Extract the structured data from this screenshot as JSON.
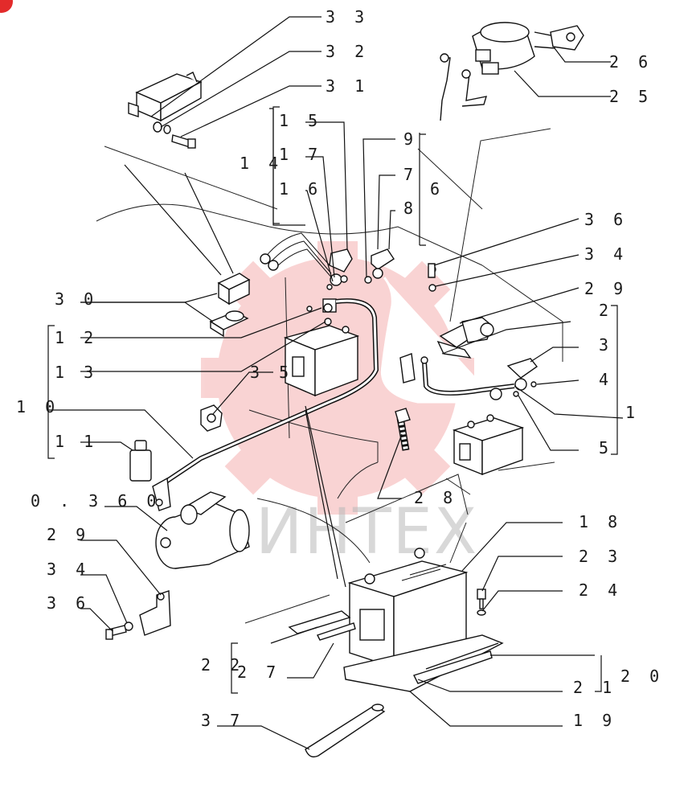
{
  "labels": {
    "l33": "3 3",
    "l32": "3 2",
    "l31": "3 1",
    "l26": "2 6",
    "l25": "2 5",
    "l15": "1 5",
    "l17": "1 7",
    "l14": "1 4",
    "l16": "1 6",
    "l9": "9",
    "l7": "7",
    "l8": "8",
    "l6": "6",
    "l36a": "3 6",
    "l34a": "3 4",
    "l29a": "2 9",
    "l30": "3 0",
    "l12": "1 2",
    "l13": "1 3",
    "l35": "3 5",
    "l2": "2",
    "l3": "3",
    "l4": "4",
    "l1": "1",
    "l5": "5",
    "l10": "1 0",
    "l11": "1 1",
    "l0360": "0 . 3 6 0",
    "l28": "2 8",
    "l18": "1 8",
    "l29b": "2 9",
    "l23": "2 3",
    "l24": "2 4",
    "l34b": "3 4",
    "l36b": "3 6",
    "l22": "2 2",
    "l27": "2 7",
    "l21": "2 1",
    "l20": "2 0",
    "l19": "1 9",
    "l37": "3 7"
  },
  "watermark": {
    "text": "ИНТЕХ",
    "color": "#e32b2b"
  },
  "corner_badge": {
    "color": "#e32b2b"
  }
}
